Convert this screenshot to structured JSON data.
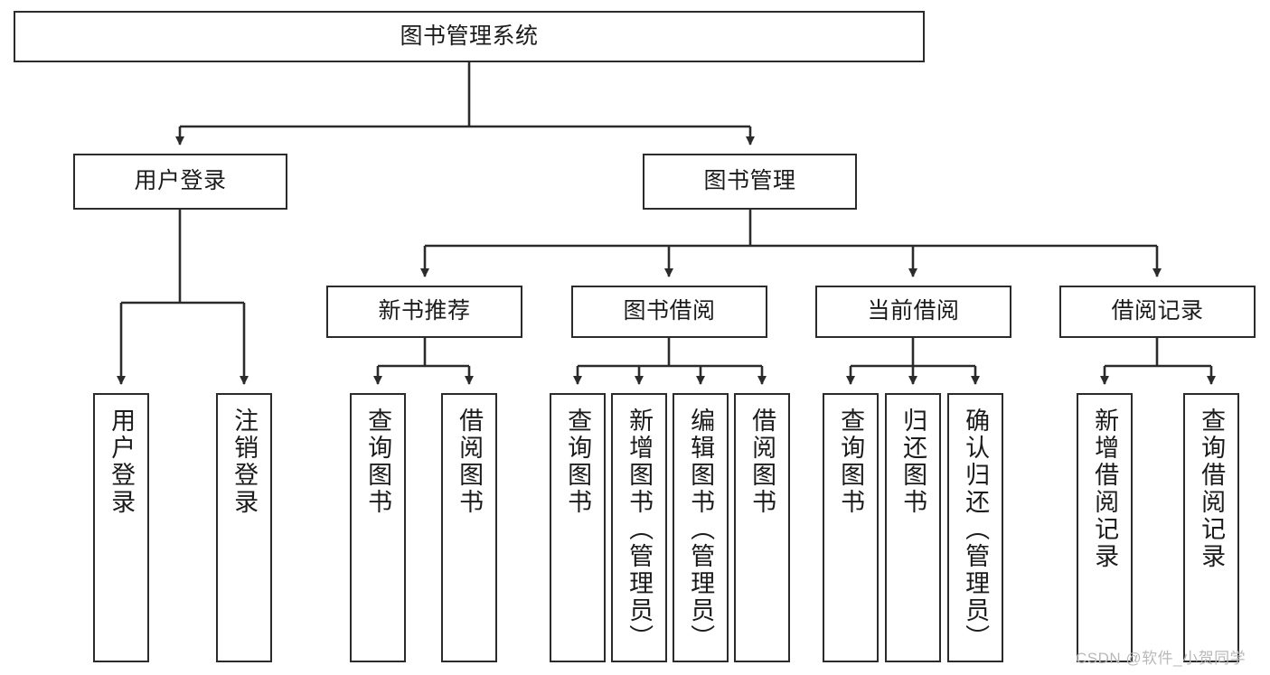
{
  "diagram": {
    "title": "图书管理系统",
    "type": "hierarchy-tree",
    "root": {
      "label": "图书管理系统",
      "orientation": "horizontal"
    },
    "level2": [
      {
        "label": "用户登录",
        "orientation": "horizontal"
      },
      {
        "label": "图书管理",
        "orientation": "horizontal"
      }
    ],
    "level3": [
      {
        "label": "新书推荐",
        "orientation": "horizontal"
      },
      {
        "label": "图书借阅",
        "orientation": "horizontal"
      },
      {
        "label": "当前借阅",
        "orientation": "horizontal"
      },
      {
        "label": "借阅记录",
        "orientation": "horizontal"
      }
    ],
    "leaves": {
      "user_login": [
        {
          "label": "用户登录"
        },
        {
          "label": "注销登录"
        }
      ],
      "new_book_recommend": [
        {
          "label": "查询图书"
        },
        {
          "label": "借阅图书"
        }
      ],
      "book_borrow": [
        {
          "label": "查询图书"
        },
        {
          "label": "新增图书（管理员）"
        },
        {
          "label": "编辑图书（管理员）"
        },
        {
          "label": "借阅图书"
        }
      ],
      "current_borrow": [
        {
          "label": "查询图书"
        },
        {
          "label": "归还图书"
        },
        {
          "label": "确认归还（管理员）"
        }
      ],
      "borrow_record": [
        {
          "label": "新增借阅记录"
        },
        {
          "label": "查询借阅记录"
        }
      ]
    },
    "colors": {
      "box_border": "#2b2b2b",
      "box_fill": "#ffffff",
      "connector": "#2b2b2b",
      "text": "#1b1b1b",
      "watermark": "#b9b9b9",
      "background": "#ffffff"
    }
  },
  "watermark": {
    "text": "CSDN @软件_小贺同学"
  }
}
